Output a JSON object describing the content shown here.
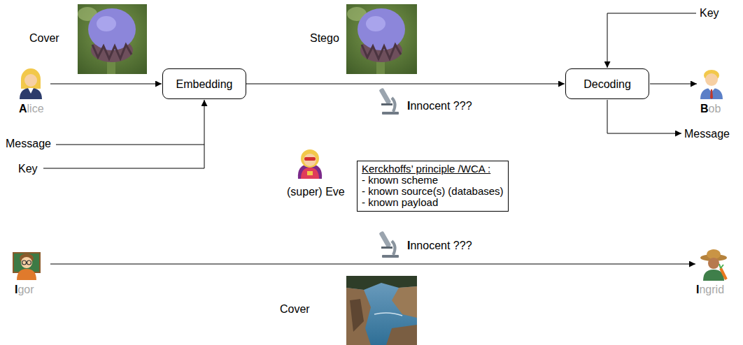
{
  "diagram": {
    "nodes": [
      {
        "text": [
          "Embedding"
        ]
      },
      {
        "text": [
          "Decoding"
        ]
      },
      {
        "text": [
          "Kerckhoffs’ principle /WCA :",
          "- known scheme",
          "- known source(s) (databases)",
          "- known payload"
        ]
      }
    ],
    "edges": [
      {
        "from": 0,
        "to": 1,
        "arrow": "to"
      }
    ],
    "labels": [
      "Cover",
      "Stego",
      "A",
      "lice",
      "Message",
      "Key",
      "I",
      "nnocent ???",
      "Key",
      "B",
      "ob",
      "Message",
      "(super) Eve",
      "I",
      "gor",
      "I",
      "nnocent ???",
      "I",
      "ngrid",
      "Cover"
    ]
  }
}
